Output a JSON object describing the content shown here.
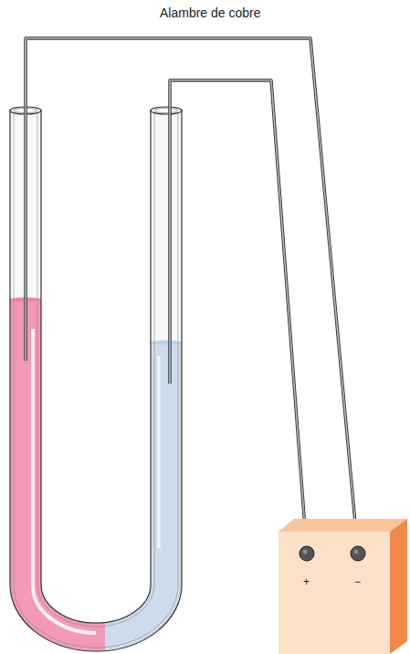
{
  "diagram": {
    "nodes": [
      {
        "text": [
          "+",
          "−"
        ]
      }
    ],
    "labels": [
      "Alambre de cobre"
    ]
  }
}
